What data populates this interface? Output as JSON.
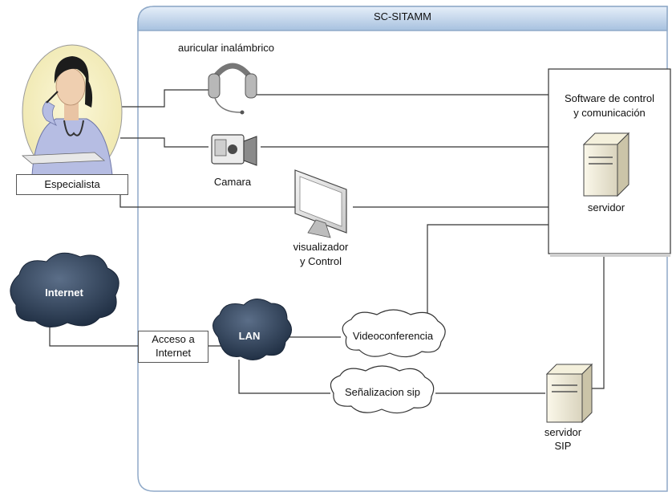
{
  "title": "SC-SITAMM",
  "nodes": {
    "especialista": "Especialista",
    "auricular": "auricular inalámbrico",
    "camara": "Camara",
    "visualizador": [
      "visualizador",
      "y Control"
    ],
    "software": [
      "Software de control",
      "y comunicación"
    ],
    "servidor": "servidor",
    "internet": "Internet",
    "acceso": [
      "Acceso a",
      "Internet"
    ],
    "lan": "LAN",
    "videoconferencia": "Videoconferencia",
    "senalizacion": "Señalizacion sip",
    "servidor_sip": [
      "servidor",
      "SIP"
    ]
  },
  "colors": {
    "header_top": "#dce8f5",
    "header_bottom": "#a9c3e0",
    "frame": "#8fa9c8",
    "cloud_dark": "#2c3e55",
    "line": "#222222"
  }
}
